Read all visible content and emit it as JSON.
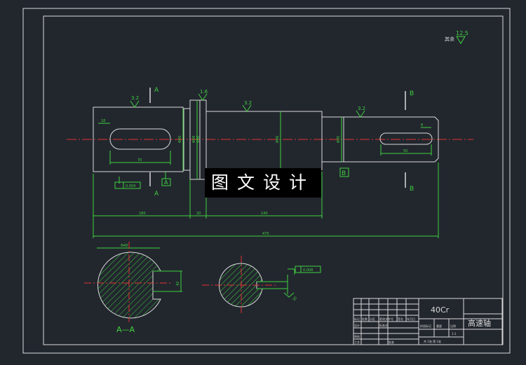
{
  "surface": {
    "roughness_label": "其余",
    "roughness_value": "12.5"
  },
  "section_marks": {
    "a_top": "A",
    "a_bottom": "A",
    "b_top": "B",
    "b_bottom": "B",
    "datum_a": "A",
    "datum_b": "B",
    "section_a_caption": "A—A"
  },
  "roughness_marks": [
    "3.2",
    "1.6",
    "3.2",
    "3.2"
  ],
  "dimensions": {
    "key_len_left": "70",
    "key_width_left": "18",
    "dia_1": "Φ40",
    "dia_2": "Φ48",
    "dia_3": "Φ50",
    "dia_4": "Φ46",
    "dia_5": "Φ35",
    "key_len_right": "50",
    "key_width_right": "8",
    "len_1": "180",
    "len_2": "20",
    "len_3": "140",
    "total": "470",
    "runout": "0.004",
    "section_dia": "Φ48",
    "section_depth": "42",
    "flatness": "0.008",
    "section_b_depth": "30"
  },
  "title_block": {
    "material": "40Cr",
    "part_name": "高速轴",
    "row_labels": [
      "标记",
      "处数",
      "分区",
      "更改文件号",
      "签名",
      "年月日"
    ],
    "design_label": "设计",
    "std_label": "标准化",
    "stage_label": "阶段标记",
    "weight_label": "重量",
    "scale_label": "比例",
    "scale_value": "1:1",
    "check_label": "审核",
    "process_label": "工艺",
    "approve_label": "批准",
    "sheet_info": "共 1张  第 1张"
  },
  "watermark": "图文设计"
}
